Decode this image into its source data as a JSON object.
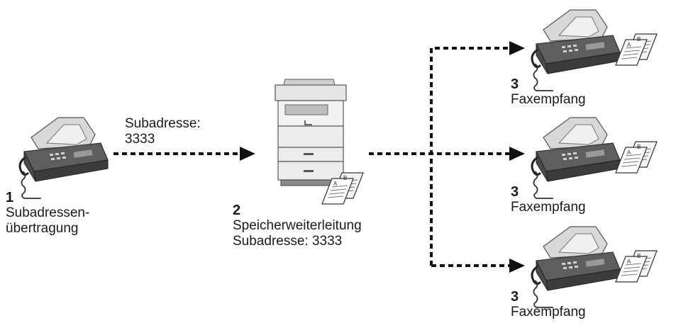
{
  "sender": {
    "number": "1",
    "label_line1": "Subadressen-",
    "label_line2": "übertragung"
  },
  "transmission": {
    "label_line1": "Subadresse:",
    "label_line2": "3333"
  },
  "relay": {
    "number": "2",
    "label_line1": "Speicherweiterleitung",
    "label_line2": "Subadresse: 3333"
  },
  "receivers": [
    {
      "number": "3",
      "label": "Faxempfang"
    },
    {
      "number": "3",
      "label": "Faxempfang"
    },
    {
      "number": "3",
      "label": "Faxempfang"
    }
  ],
  "document_letters": [
    "A",
    "B"
  ]
}
